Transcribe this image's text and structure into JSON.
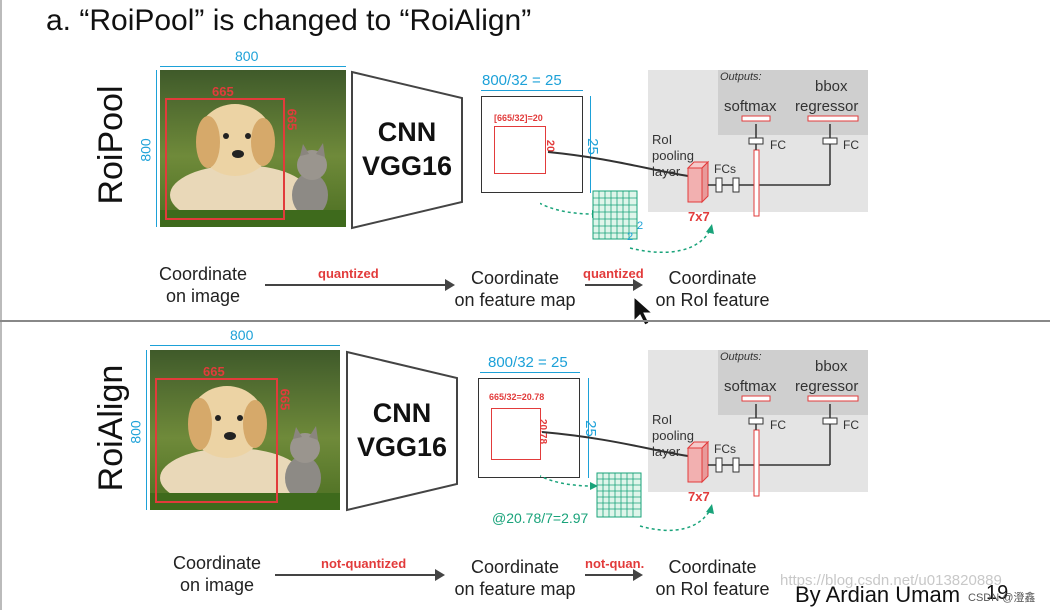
{
  "title": "a. “RoiPool” is changed to “RoiAlign”",
  "sections": {
    "top": {
      "label": "RoiPool",
      "image_width": "800",
      "image_height": "800",
      "roi_width": "665",
      "roi_height": "665",
      "cnn_line1": "CNN",
      "cnn_line2": "VGG16",
      "feature_width": "800/32 = 25",
      "feature_height": "25",
      "feature_roi_calc": "[665/32]=20",
      "feature_roi_side": "20",
      "grid_note_a": "2",
      "grid_note_b": "2",
      "pool_label": "7x7",
      "roi_pool_1": "RoI",
      "roi_pool_2": "pooling",
      "roi_pool_3": "layer",
      "fcs": "FCs",
      "fc1": "FC",
      "fc2": "FC",
      "outputs": "Outputs:",
      "softmax": "softmax",
      "bbox1": "bbox",
      "bbox2": "regressor",
      "flow1_1": "Coordinate",
      "flow1_2": "on image",
      "tag1": "quantized",
      "flow2_1": "Coordinate",
      "flow2_2": "on feature map",
      "tag2": "quantized",
      "flow3_1": "Coordinate",
      "flow3_2": "on RoI feature"
    },
    "bottom": {
      "label": "RoiAlign",
      "image_width": "800",
      "image_height": "800",
      "roi_width": "665",
      "roi_height": "665",
      "cnn_line1": "CNN",
      "cnn_line2": "VGG16",
      "feature_width": "800/32 = 25",
      "feature_height": "25",
      "feature_roi_calc": "665/32=20.78",
      "feature_roi_side": "20.78",
      "grid_note": "@20.78/7=2.97",
      "pool_label": "7x7",
      "roi_pool_1": "RoI",
      "roi_pool_2": "pooling",
      "roi_pool_3": "layer",
      "fcs": "FCs",
      "fc1": "FC",
      "fc2": "FC",
      "outputs": "Outputs:",
      "softmax": "softmax",
      "bbox1": "bbox",
      "bbox2": "regressor",
      "flow1_1": "Coordinate",
      "flow1_2": "on image",
      "tag1": "not-quantized",
      "flow2_1": "Coordinate",
      "flow2_2": "on feature map",
      "tag2": "not-quan.",
      "flow3_1": "Coordinate",
      "flow3_2": "on RoI feature"
    }
  },
  "credit": "By Ardian Umam",
  "page_number": "19",
  "watermark": "https://blog.csdn.net/u013820889",
  "source_badge": "CSDN @澄鑫",
  "colors": {
    "dimension_blue": "#1da1d8",
    "roi_red": "#e23b3b",
    "note_green": "#19a37a",
    "panel_gray": "#e4e4e4"
  }
}
